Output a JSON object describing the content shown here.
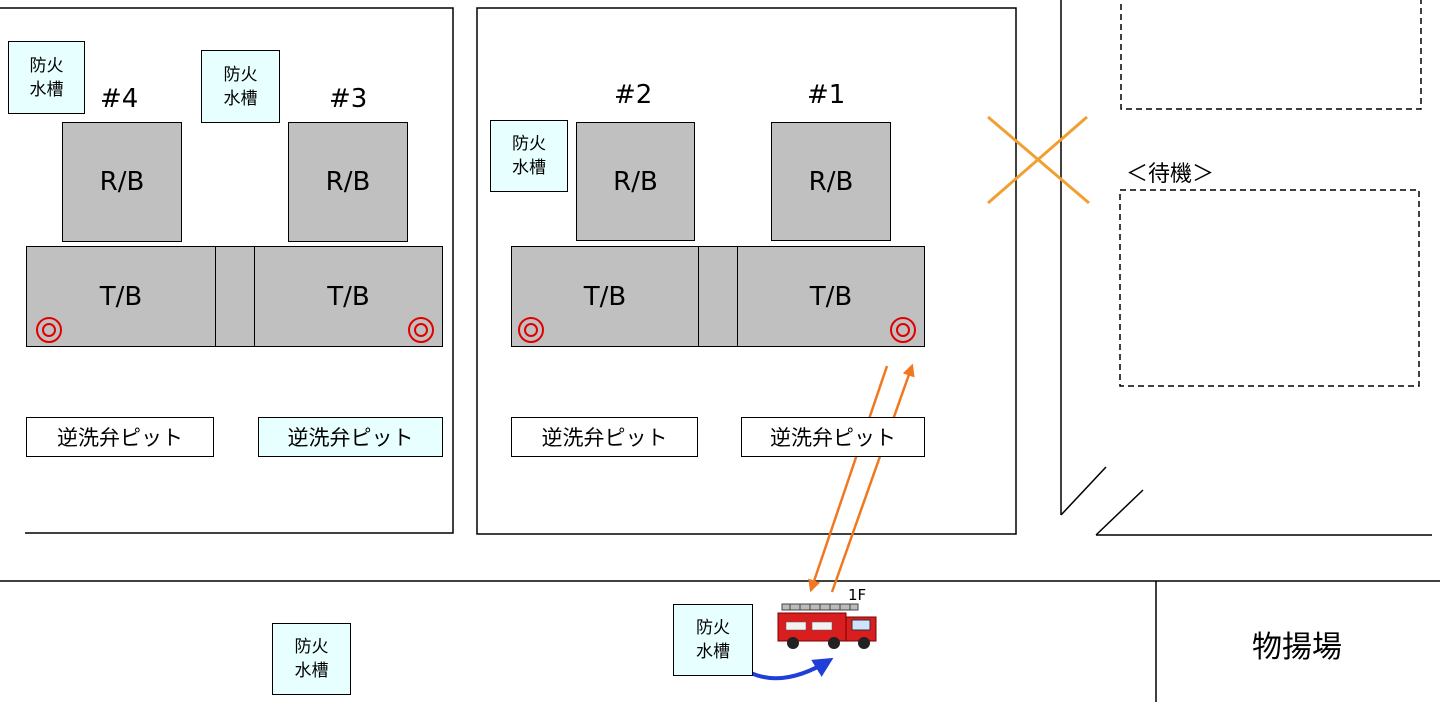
{
  "units": [
    {
      "id": "4",
      "label": "#4",
      "rb": "R/B",
      "tb": "T/B"
    },
    {
      "id": "3",
      "label": "#3",
      "rb": "R/B",
      "tb": "T/B"
    },
    {
      "id": "2",
      "label": "#2",
      "rb": "R/B",
      "tb": "T/B"
    },
    {
      "id": "1",
      "label": "#1",
      "rb": "R/B",
      "tb": "T/B"
    }
  ],
  "fire_tanks": [
    {
      "line1": "防火",
      "line2": "水槽"
    },
    {
      "line1": "防火",
      "line2": "水槽"
    },
    {
      "line1": "防火",
      "line2": "水槽"
    },
    {
      "line1": "防火",
      "line2": "水槽"
    },
    {
      "line1": "防火",
      "line2": "水槽"
    }
  ],
  "backwash_pits": [
    {
      "label": "逆洗弁ピット"
    },
    {
      "label": "逆洗弁ピット"
    },
    {
      "label": "逆洗弁ピット"
    },
    {
      "label": "逆洗弁ピット"
    }
  ],
  "standby_label": "＜待機＞",
  "storage_yard_label": "物揚場",
  "fire_truck_label": "1F",
  "colors": {
    "building_fill": "#c0c0c0",
    "tank_fill": "#e8ffff",
    "hydrant": "#e00000",
    "arrow_orange": "#f07820",
    "blocked_cross": "#f0a030",
    "water_arrow": "#1f3fd8",
    "truck_red": "#d81e1e"
  }
}
